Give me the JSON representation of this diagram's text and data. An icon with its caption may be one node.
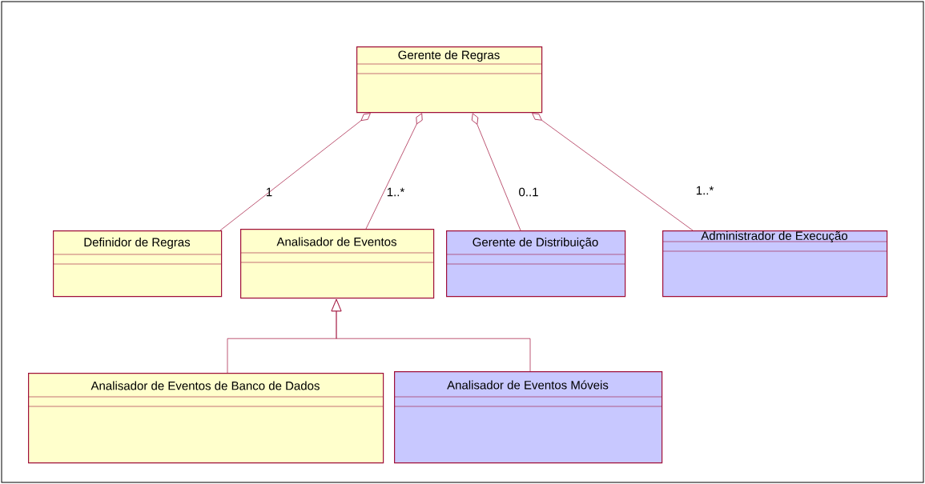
{
  "diagram": {
    "nodes": [
      {
        "text": [
          "Gerente de Regras"
        ]
      },
      {
        "text": [
          "Definidor de Regras"
        ]
      },
      {
        "text": [
          "Analisador de Eventos"
        ]
      },
      {
        "text": [
          "Gerente de Distribuição"
        ]
      },
      {
        "text": [
          "Administrador de Execução"
        ]
      },
      {
        "text": [
          "Analisador de Eventos de Banco de Dados"
        ]
      },
      {
        "text": [
          "Analisador de Eventos Móveis"
        ]
      }
    ],
    "edges": [
      {
        "from": 1,
        "to": 0,
        "arrow": "other",
        "label": "1"
      },
      {
        "from": 2,
        "to": 0,
        "arrow": "other",
        "label": "1..*"
      },
      {
        "from": 3,
        "to": 0,
        "arrow": "other",
        "label": "0..1"
      },
      {
        "from": 4,
        "to": 0,
        "arrow": "other",
        "label": "1..*"
      },
      {
        "from": 5,
        "to": 2,
        "arrow": "to"
      },
      {
        "from": 6,
        "to": 2,
        "arrow": "to"
      }
    ]
  }
}
